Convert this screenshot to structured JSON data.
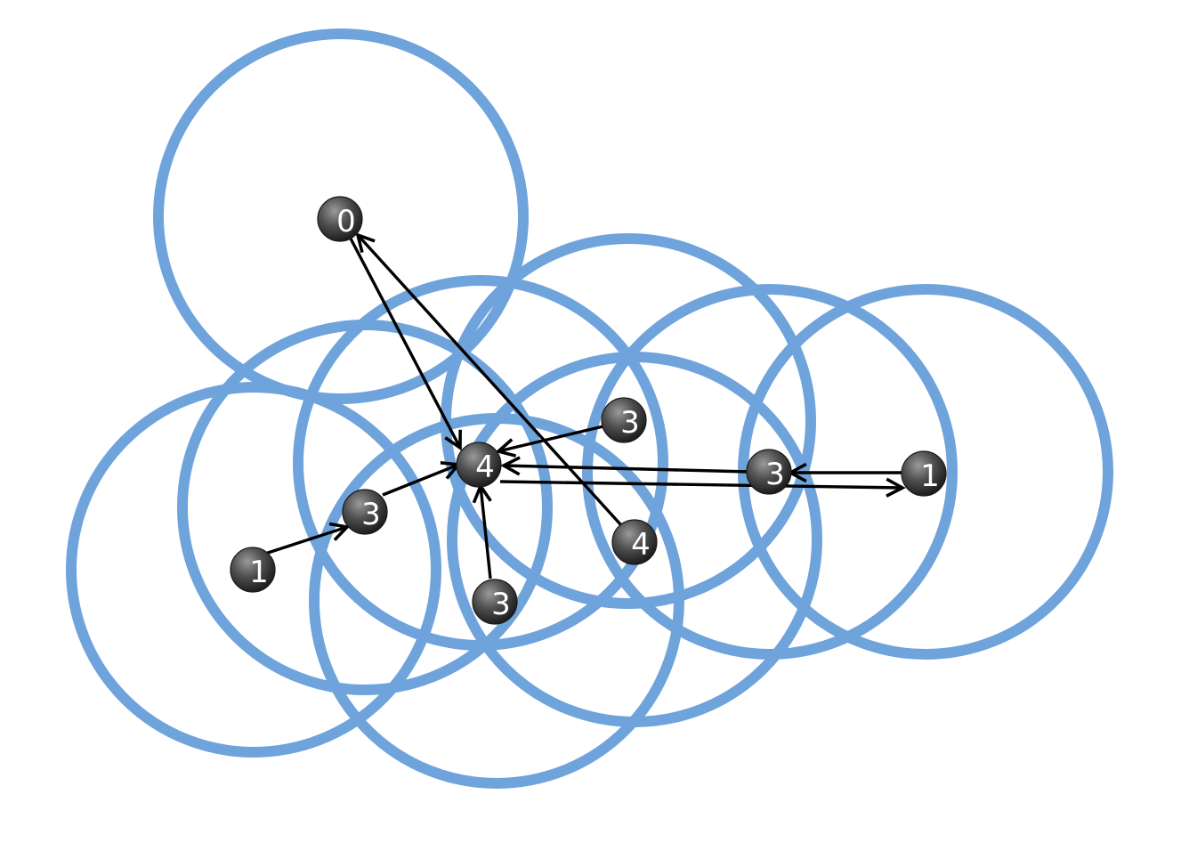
{
  "diagram": {
    "colors": {
      "range_circle": "#6fa3db",
      "node_fill_light": "#8c8c8c",
      "node_fill_dark": "#1e1e1e",
      "arrow": "#000000",
      "label": "#ffffff"
    },
    "nodes": [
      {
        "label": "0"
      },
      {
        "label": "4"
      },
      {
        "label": "3"
      },
      {
        "label": "1"
      },
      {
        "label": "3"
      },
      {
        "label": "3"
      },
      {
        "label": "4"
      },
      {
        "label": "3"
      },
      {
        "label": "1"
      }
    ]
  }
}
